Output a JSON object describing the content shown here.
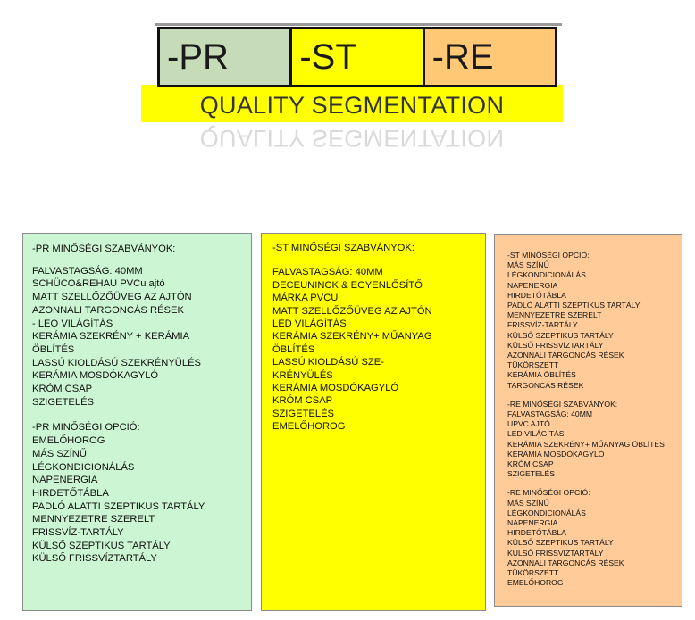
{
  "header": {
    "segments": [
      {
        "label": "-PR",
        "color": "#c6dcb9"
      },
      {
        "label": "-ST",
        "color": "#ffff00"
      },
      {
        "label": "-RE",
        "color": "#ffc875"
      }
    ],
    "title": "QUALITY SEGMENTATION",
    "band_color": "#ffff00"
  },
  "columns": {
    "pr": {
      "background": "#ccf5d3",
      "standards_heading": "-PR MINŐSÉGI SZABVÁNYOK:",
      "standards": [
        "FALVASTAGSÁG: 40MM",
        "SCHÜCO&REHAU PVCu ajtó",
        "MATT SZELLŐZŐÜVEG AZ AJTÓN",
        "AZONNALI TARGONCÁS RÉSEK",
        "- LEO VILÁGÍTÁS",
        "KERÁMIA SZEKRÉNY + KERÁMIA",
        "ÖBLÍTÉS",
        "LASSÚ KIOLDÁSÚ SZEKRÉNYÜLÉS",
        "KERÁMIA MOSDÓKAGYLÓ",
        "KRÓM CSAP",
        "SZIGETELÉS"
      ],
      "options_heading": "-PR MINŐSÉGI OPCIÓ:",
      "options": [
        "EMELŐHOROG",
        "MÁS SZÍNŰ",
        "LÉGKONDICIONÁLÁS",
        "NAPENERGIA",
        "HIRDETŐTÁBLA",
        "PADLÓ ALATTI SZEPTIKUS TARTÁLY",
        "MENNYEZETRE SZERELT",
        "FRISSVÍZ-TARTÁLY",
        "KÜLSŐ SZEPTIKUS TARTÁLY",
        "KÜLSŐ FRISSVÍZTARTÁLY"
      ]
    },
    "st": {
      "background": "#ffff00",
      "standards_heading": "-ST MINŐSÉGI SZABVÁNYOK:",
      "standards": [
        "FALVASTAGSÁG: 40MM",
        "DECEUNINCK & EGYENLŐSÍTŐ",
        "MÁRKA PVCU",
        "MATT SZELLŐZŐÜVEG AZ AJTÓN",
        "LED VILÁGÍTÁS",
        "KERÁMIA SZEKRÉNY+ MŰANYAG",
        "ÖBLÍTÉS",
        "LASSÚ KIOLDÁSÚ SZE-",
        "KRÉNYÜLÉS",
        "KERÁMIA MOSDÓKAGYLÓ",
        "KRÓM CSAP",
        "SZIGETELÉS",
        "EMELŐHOROG"
      ]
    },
    "re": {
      "background": "#ffcc99",
      "st_options_heading": "-ST MINŐSÉGI OPCIÓ:",
      "st_options": [
        "MÁS SZÍNŰ",
        "LÉGKONDICIONÁLÁS",
        "NAPENERGIA",
        "HIRDETŐTÁBLA",
        "PADLÓ ALATTI SZEPTIKUS TARTÁLY",
        "MENNYEZETRE SZERELT",
        "FRISSVÍZ-TARTÁLY",
        "KÜLSŐ SZEPTIKUS TARTÁLY",
        "KÜLSŐ FRISSVÍZTARTÁLY",
        "AZONNALI TARGONCÁS RÉSEK",
        "TÜKÖRSZETT",
        "KERÁMIA ÖBLÍTÉS",
        "TARGONCÁS RÉSEK"
      ],
      "standards_heading": "-RE MINŐSÉGI SZABVÁNYOK:",
      "standards": [
        "FALVASTAGSÁG: 40MM",
        "UPVC AJTÓ",
        "LED VILÁGÍTÁS",
        "KERÁMIA SZEKRÉNY+ MŰANYAG ÖBLÍTÉS",
        "KERÁMIA MOSDÓKAGYLÓ",
        "KRÓM CSAP",
        "SZIGETELÉS"
      ],
      "options_heading": "-RE MINŐSÉGI OPCIÓ:",
      "options": [
        "MÁS SZÍNŰ",
        "LÉGKONDICIONÁLÁS",
        "NAPENERGIA",
        "HIRDETŐTÁBLA",
        "KÜLSŐ SZEPTIKUS TARTÁLY",
        "KÜLSŐ FRISSVÍZTARTÁLY",
        "AZONNALI TARGONCÁS RÉSEK",
        "TÜKÖRSZETT",
        "EMELŐHOROG"
      ]
    }
  }
}
